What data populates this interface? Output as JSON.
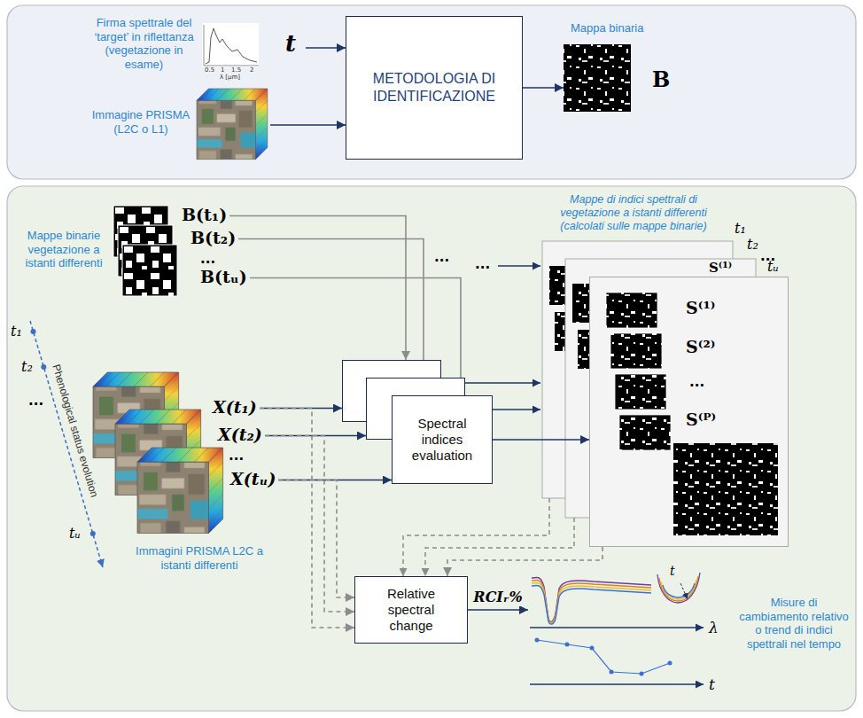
{
  "diagram": {
    "nodes": [
      {
        "text": [
          "Firma spettrale del ‘target’ in riflettanza (vegetazione in esame)",
          "t"
        ]
      },
      {
        "text": [
          "Immagine PRISMA (L2C o L1)"
        ]
      },
      {
        "text": [
          "METODOLOGIA DI IDENTIFICAZIONE"
        ]
      },
      {
        "text": [
          "Mappa binaria",
          "B"
        ]
      },
      {
        "text": [
          "B(t₁)"
        ]
      },
      {
        "text": [
          "B(t₂)"
        ]
      },
      {
        "text": [
          "B(tᵤ)"
        ]
      },
      {
        "text": [
          "X(t₁)"
        ]
      },
      {
        "text": [
          "X(t₂)"
        ]
      },
      {
        "text": [
          "X(tᵤ)"
        ]
      },
      {
        "text": [
          "Spectral indices evaluation"
        ]
      },
      {
        "text": [
          "S⁽¹⁾",
          "S⁽²⁾",
          "...",
          "S⁽ᴾ⁾"
        ]
      },
      {
        "text": [
          "Relative spectral change"
        ]
      },
      {
        "text": [
          "Misure di cambiamento relativo o trend di indici spettrali nel tempo",
          "λ",
          "t"
        ]
      }
    ],
    "edges": [
      {
        "from": 0,
        "to": 2,
        "arrow": "to"
      },
      {
        "from": 1,
        "to": 2,
        "arrow": "to"
      },
      {
        "from": 2,
        "to": 3,
        "arrow": "to"
      },
      {
        "from": 4,
        "to": 10,
        "arrow": "to"
      },
      {
        "from": 5,
        "to": 10,
        "arrow": "to"
      },
      {
        "from": 6,
        "to": 10,
        "arrow": "to"
      },
      {
        "from": 7,
        "to": 10,
        "arrow": "to"
      },
      {
        "from": 8,
        "to": 10,
        "arrow": "to"
      },
      {
        "from": 9,
        "to": 10,
        "arrow": "to"
      },
      {
        "from": 7,
        "to": 12,
        "arrow": "to"
      },
      {
        "from": 8,
        "to": 12,
        "arrow": "to"
      },
      {
        "from": 9,
        "to": 12,
        "arrow": "to"
      },
      {
        "from": 10,
        "to": 11,
        "arrow": "to"
      },
      {
        "from": 11,
        "to": 12,
        "arrow": "to"
      },
      {
        "from": 12,
        "to": 13,
        "label": "RCIᵣ%",
        "arrow": "to"
      }
    ],
    "labels": [
      "0.5",
      "1",
      "1.5",
      "2",
      "λ [μm]",
      "Mappe binarie vegetazione a istanti differenti",
      "...",
      "...",
      "...",
      "Mappe di indici spettrali di vegetazione a istanti differenti (calcolati sulle mappe binarie)",
      "t₁",
      "t₂",
      "...",
      "tᵤ",
      "S⁽¹⁾",
      "...",
      "t₁",
      "t₂",
      "...",
      "tᵤ",
      "Phenological status evolution",
      "Immagini PRISMA L2C a istanti differenti",
      "t"
    ]
  }
}
